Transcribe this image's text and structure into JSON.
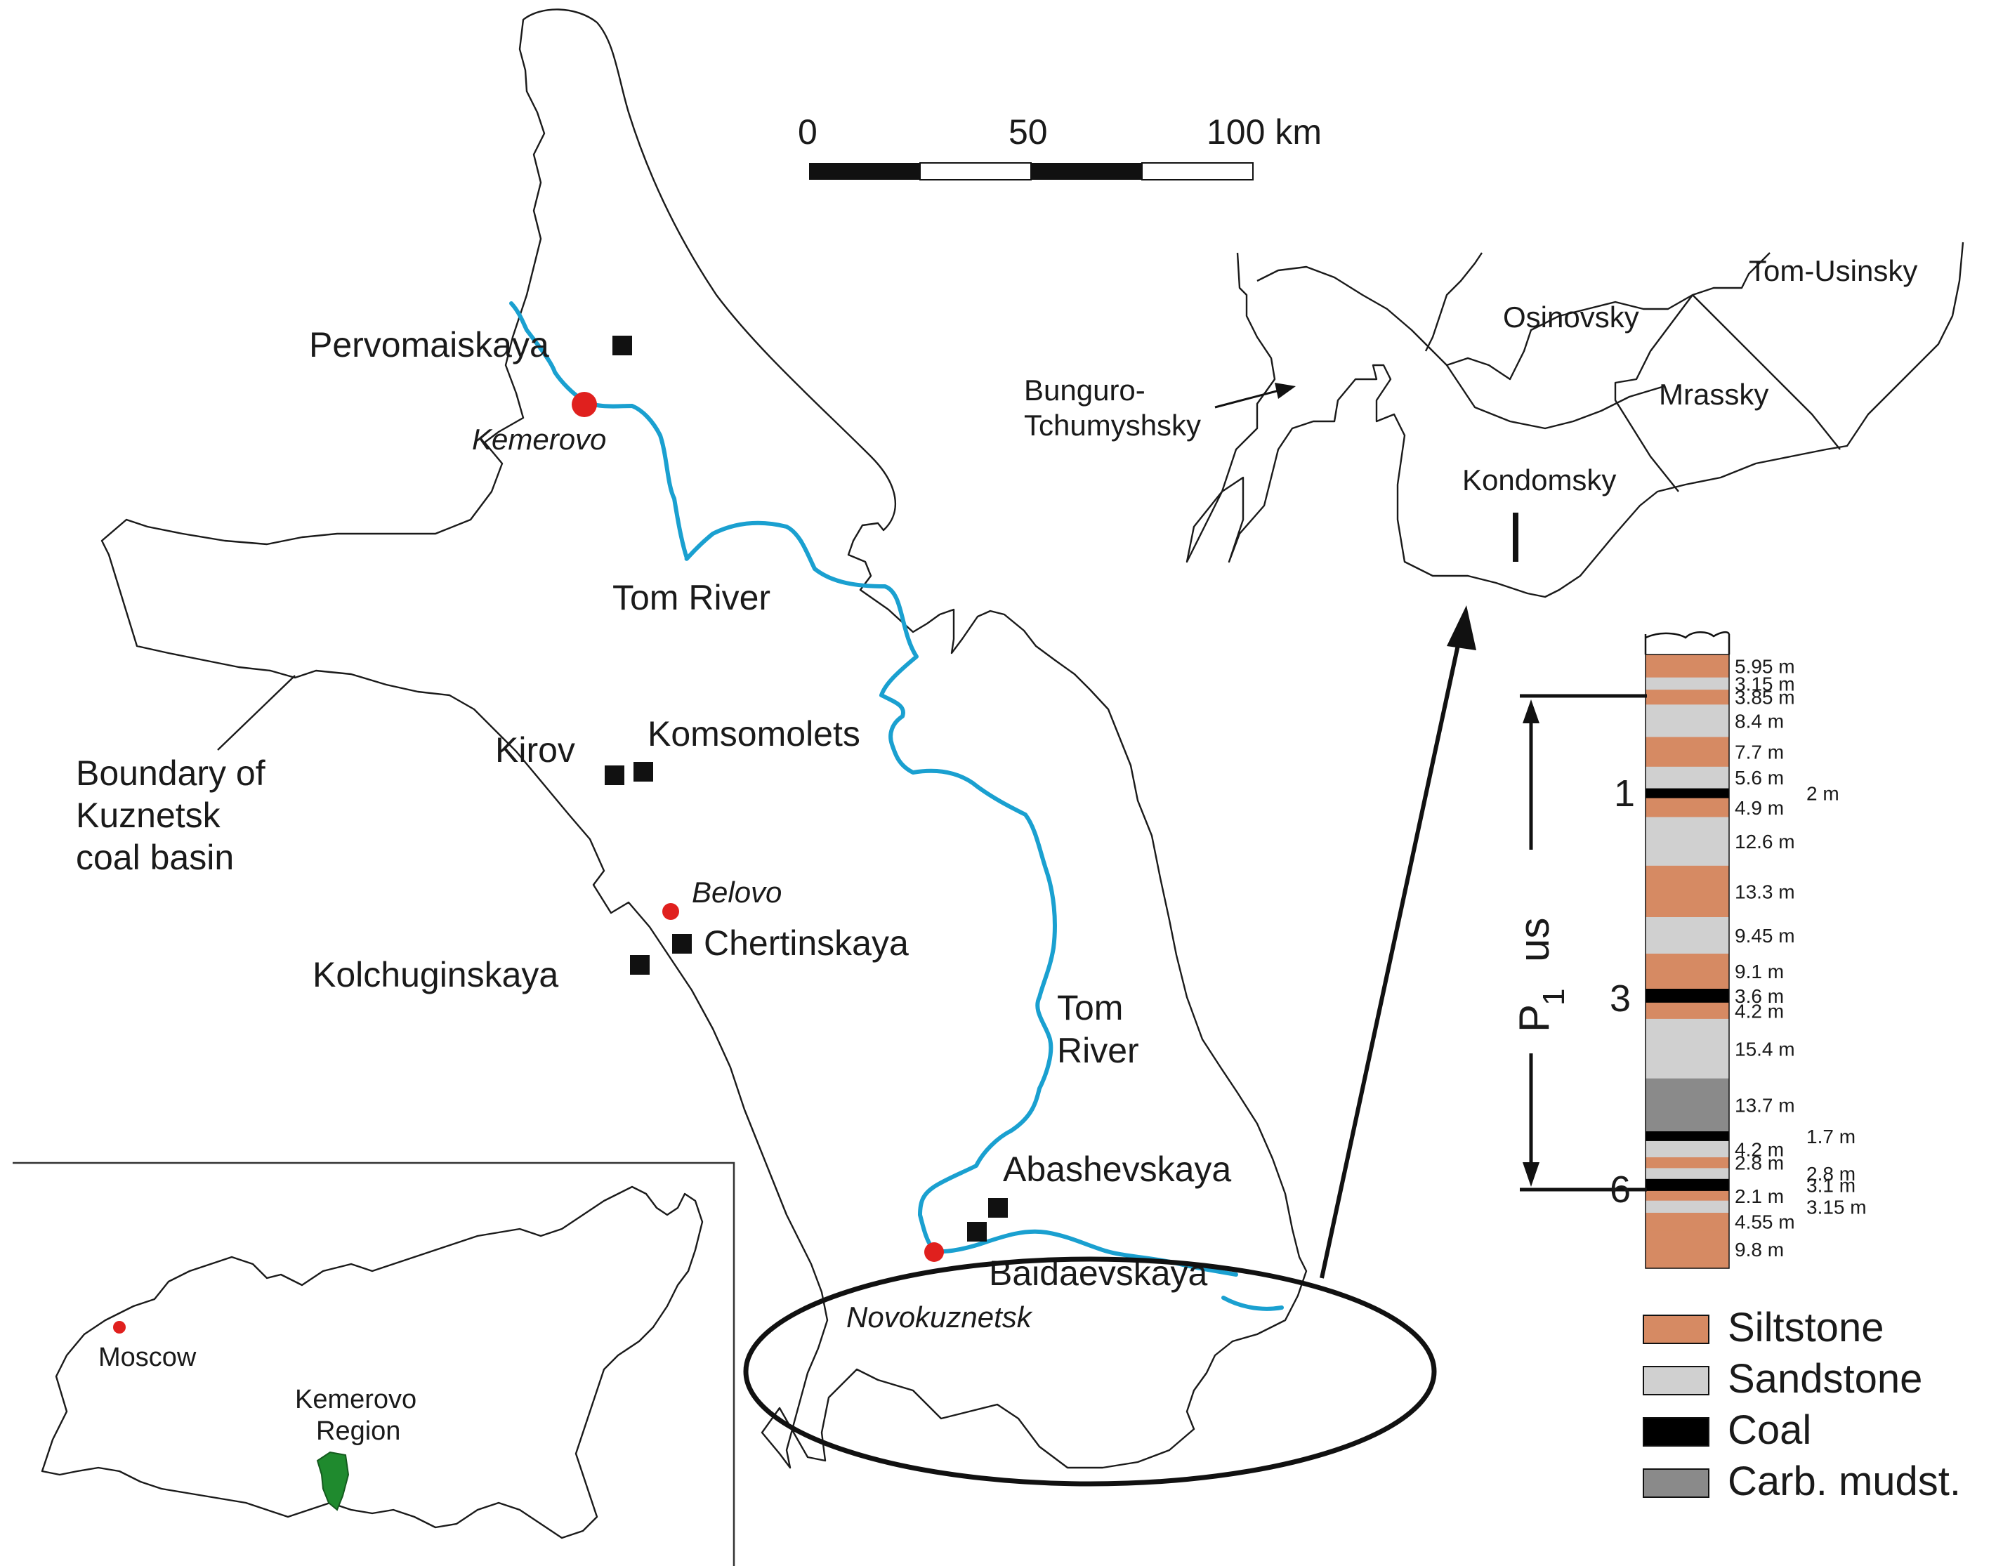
{
  "scale_bar": {
    "labels": [
      "0",
      "50",
      "100 km"
    ]
  },
  "main_map": {
    "cities": [
      {
        "name": "Kemerovo"
      },
      {
        "name": "Belovo"
      },
      {
        "name": "Novokuznetsk"
      }
    ],
    "mines": [
      {
        "name": "Pervomaiskaya"
      },
      {
        "name": "Kirov"
      },
      {
        "name": "Komsomolets"
      },
      {
        "name": "Chertinskaya"
      },
      {
        "name": "Kolchuginskaya"
      },
      {
        "name": "Abashevskaya"
      },
      {
        "name": "Baidaevskaya"
      }
    ],
    "river_label_1": "Tom River",
    "river_label_2_line1": "Tom",
    "river_label_2_line2": "River",
    "boundary_label": [
      "Boundary of",
      "Kuznetsk",
      "coal basin"
    ]
  },
  "regions_map": {
    "regions": [
      "Osinovsky",
      "Tom-Usinsky",
      "Mrassky",
      "Kondomsky"
    ],
    "bunguro_label": [
      "Bunguro-",
      "Tchumyshsky"
    ]
  },
  "inset_map": {
    "moscow": "Moscow",
    "region_label": [
      "Kemerovo",
      "Region"
    ],
    "colors": {
      "city": "#e0201e",
      "region": "#1f8a2e"
    }
  },
  "column": {
    "series_label": "P",
    "series_subscript": "1",
    "series_suffix": "us",
    "markers": [
      "1",
      "3",
      "6"
    ],
    "layers": [
      {
        "thickness": "5.95 m",
        "lith": "siltstone"
      },
      {
        "thickness": "3.15 m",
        "lith": "sandstone"
      },
      {
        "thickness": "3.85 m",
        "lith": "siltstone"
      },
      {
        "thickness": "8.4 m",
        "lith": "sandstone"
      },
      {
        "thickness": "7.7 m",
        "lith": "siltstone"
      },
      {
        "thickness": "5.6 m",
        "lith": "sandstone"
      },
      {
        "thickness": "2 m",
        "lith": "coal"
      },
      {
        "thickness": "4.9 m",
        "lith": "siltstone"
      },
      {
        "thickness": "12.6 m",
        "lith": "sandstone"
      },
      {
        "thickness": "13.3 m",
        "lith": "siltstone"
      },
      {
        "thickness": "9.45 m",
        "lith": "sandstone"
      },
      {
        "thickness": "9.1 m",
        "lith": "siltstone"
      },
      {
        "thickness": "3.6 m",
        "lith": "coal"
      },
      {
        "thickness": "4.2 m",
        "lith": "siltstone"
      },
      {
        "thickness": "15.4 m",
        "lith": "sandstone"
      },
      {
        "thickness": "13.7 m",
        "lith": "carb_mudstone"
      },
      {
        "thickness": "1.7 m",
        "lith": "coal"
      },
      {
        "thickness": "4.2 m",
        "lith": "sandstone"
      },
      {
        "thickness": "2.8 m",
        "lith": "siltstone"
      },
      {
        "thickness": "2.8 m",
        "lith": "sandstone"
      },
      {
        "thickness": "3.1 m",
        "lith": "coal"
      },
      {
        "thickness": "2.1 m",
        "lith": "siltstone"
      },
      {
        "thickness": "3.15 m",
        "lith": "sandstone"
      },
      {
        "thickness": "4.55 m",
        "lith": "siltstone"
      },
      {
        "thickness": "9.8 m",
        "lith": "siltstone"
      }
    ]
  },
  "legend": {
    "items": [
      {
        "label": "Siltstone",
        "color": "#d68a63"
      },
      {
        "label": "Sandstone",
        "color": "#d0d0d0"
      },
      {
        "label": "Coal",
        "color": "#000000"
      },
      {
        "label": "Carb. mudst.",
        "color": "#8a8a8a"
      }
    ]
  }
}
